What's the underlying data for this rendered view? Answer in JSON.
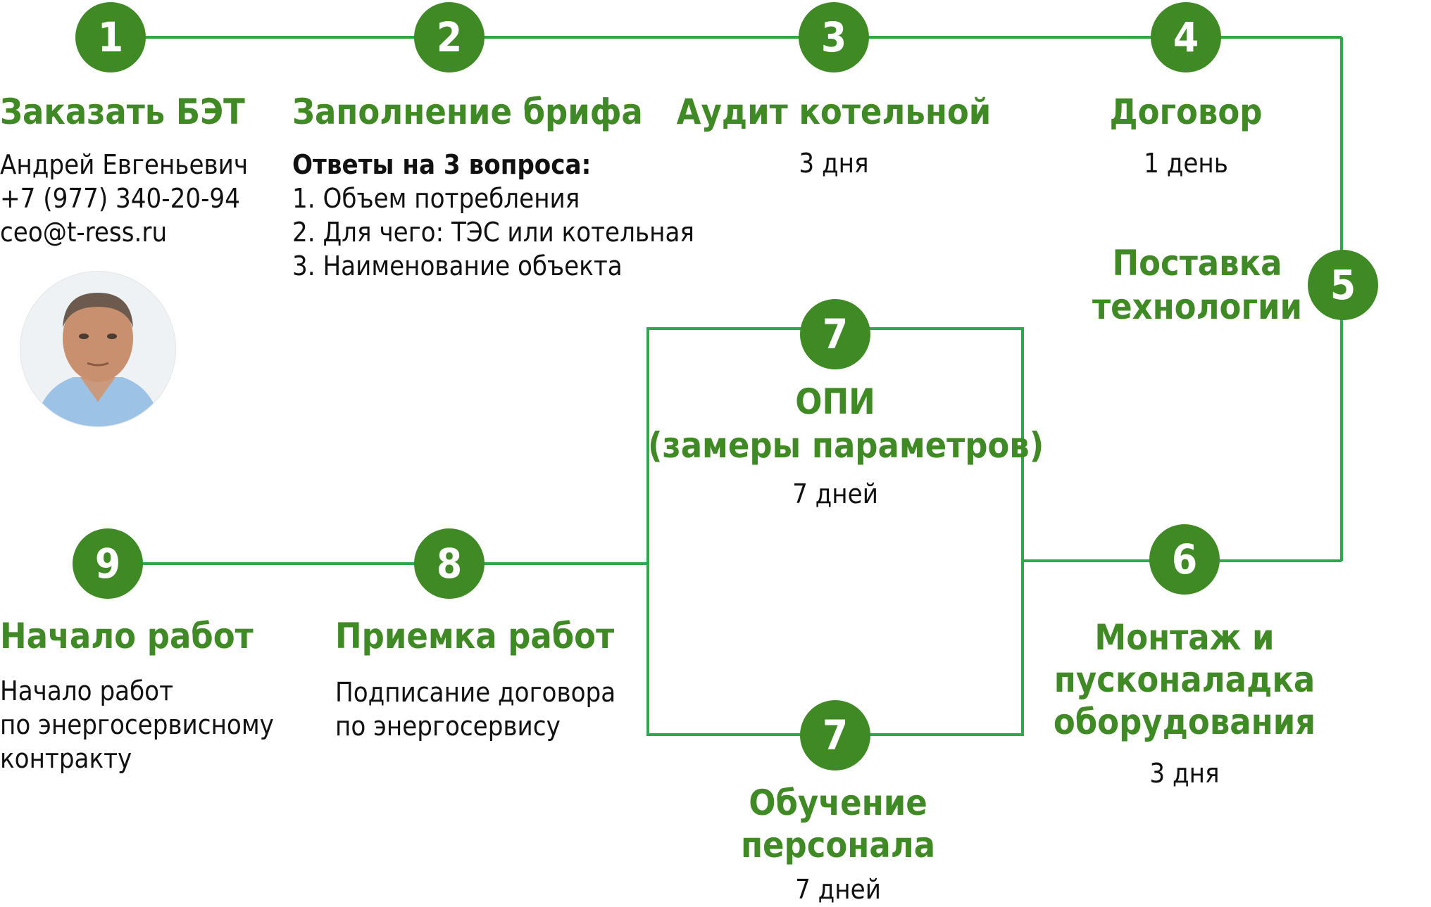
{
  "colors": {
    "accent": "#3f8a24",
    "line": "#2fa84a",
    "text": "#111111"
  },
  "steps": {
    "s1": {
      "num": "1",
      "title": "Заказать БЭТ",
      "lines": [
        "Андрей Евгеньевич",
        "+7 (977) 340-20-94",
        "ceo@t-ress.ru"
      ]
    },
    "s2": {
      "num": "2",
      "title": "Заполнение брифа",
      "heading": "Ответы на 3 вопроса:",
      "lines": [
        "1. Объем потребления",
        "2. Для чего: ТЭС или котельная",
        "3. Наименование объекта"
      ]
    },
    "s3": {
      "num": "3",
      "title": "Аудит котельной",
      "duration": "3 дня"
    },
    "s4": {
      "num": "4",
      "title": "Договор",
      "duration": "1 день"
    },
    "s5": {
      "num": "5",
      "title_lines": [
        "Поставка",
        "технологии"
      ]
    },
    "s6": {
      "num": "6",
      "title_lines": [
        "Монтаж и",
        "пусконаладка",
        "оборудования"
      ],
      "duration": "3 дня"
    },
    "s7a": {
      "num": "7",
      "title_lines": [
        "ОПИ",
        "(замеры параметров)"
      ],
      "duration": "7 дней"
    },
    "s7b": {
      "num": "7",
      "title_lines": [
        "Обучение",
        "персонала"
      ],
      "duration": "7 дней"
    },
    "s8": {
      "num": "8",
      "title": "Приемка работ",
      "lines": [
        "Подписание договора",
        "по энергосервису"
      ]
    },
    "s9": {
      "num": "9",
      "title": "Начало работ",
      "lines": [
        "Начало работ",
        "по энергосервисному",
        "контракту"
      ]
    }
  }
}
